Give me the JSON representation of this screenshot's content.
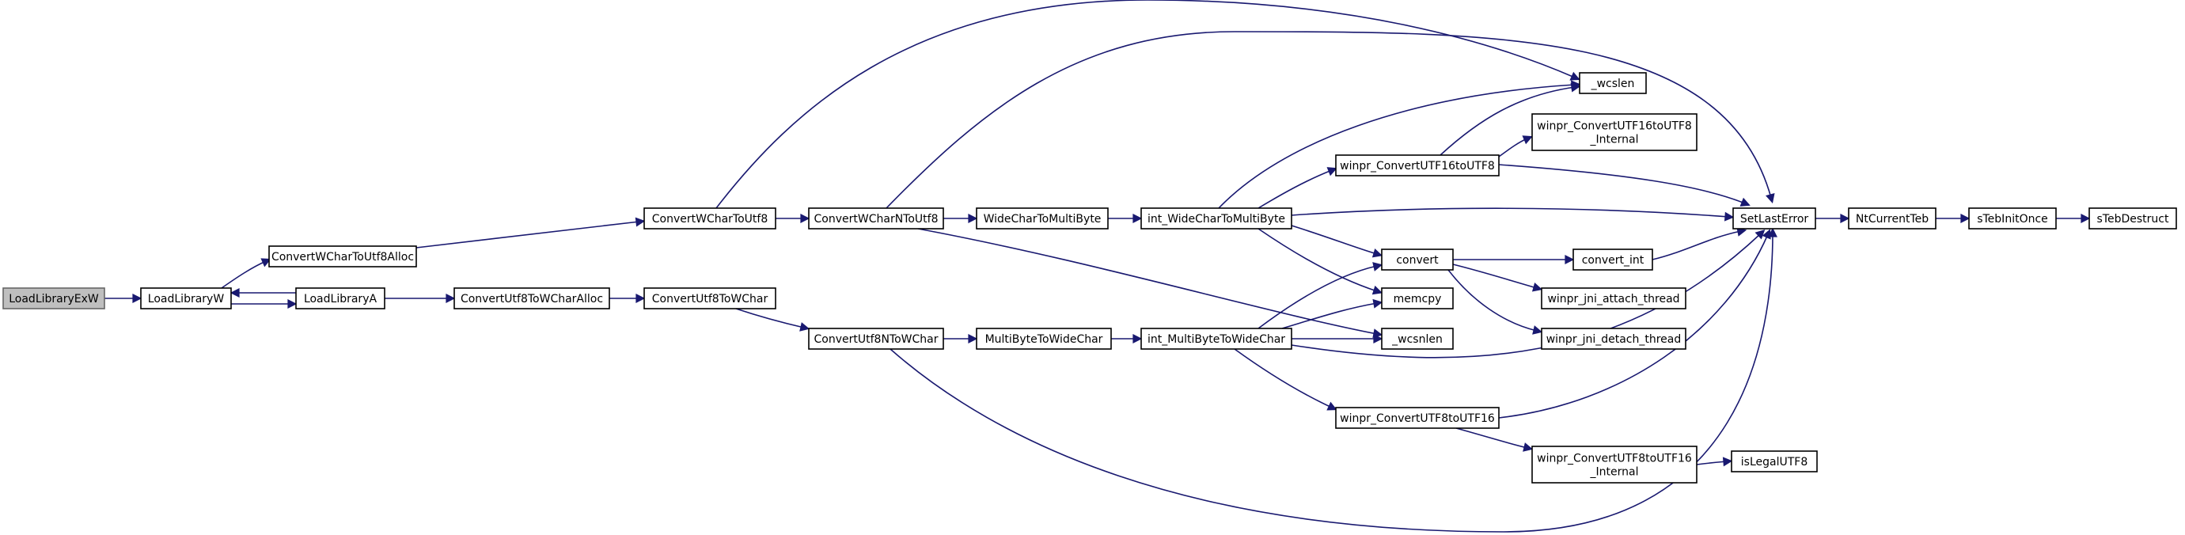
{
  "diagram": {
    "nodes": [
      {
        "id": "LoadLibraryExW",
        "label": [
          "LoadLibraryExW"
        ],
        "root": true
      },
      {
        "id": "LoadLibraryW",
        "label": [
          "LoadLibraryW"
        ]
      },
      {
        "id": "ConvertWCharToUtf8Alloc",
        "label": [
          "ConvertWCharToUtf8Alloc"
        ]
      },
      {
        "id": "LoadLibraryA",
        "label": [
          "LoadLibraryA"
        ]
      },
      {
        "id": "ConvertUtf8ToWCharAlloc",
        "label": [
          "ConvertUtf8ToWCharAlloc"
        ]
      },
      {
        "id": "ConvertUtf8ToWChar",
        "label": [
          "ConvertUtf8ToWChar"
        ]
      },
      {
        "id": "ConvertWCharToUtf8",
        "label": [
          "ConvertWCharToUtf8"
        ]
      },
      {
        "id": "ConvertWCharNToUtf8",
        "label": [
          "ConvertWCharNToUtf8"
        ]
      },
      {
        "id": "ConvertUtf8NToWChar",
        "label": [
          "ConvertUtf8NToWChar"
        ]
      },
      {
        "id": "WideCharToMultiByte",
        "label": [
          "WideCharToMultiByte"
        ]
      },
      {
        "id": "MultiByteToWideChar",
        "label": [
          "MultiByteToWideChar"
        ]
      },
      {
        "id": "int_WideCharToMultiByte",
        "label": [
          "int_WideCharToMultiByte"
        ]
      },
      {
        "id": "int_MultiByteToWideChar",
        "label": [
          "int_MultiByteToWideChar"
        ]
      },
      {
        "id": "_wcslen",
        "label": [
          "_wcslen"
        ]
      },
      {
        "id": "winpr_ConvertUTF16toUTF8_Internal",
        "label": [
          "winpr_ConvertUTF16toUTF8",
          "_Internal"
        ]
      },
      {
        "id": "winpr_ConvertUTF16toUTF8",
        "label": [
          "winpr_ConvertUTF16toUTF8"
        ]
      },
      {
        "id": "convert",
        "label": [
          "convert"
        ]
      },
      {
        "id": "memcpy",
        "label": [
          "memcpy"
        ]
      },
      {
        "id": "_wcsnlen",
        "label": [
          "_wcsnlen"
        ]
      },
      {
        "id": "winpr_ConvertUTF8toUTF16",
        "label": [
          "winpr_ConvertUTF8toUTF16"
        ]
      },
      {
        "id": "convert_int",
        "label": [
          "convert_int"
        ]
      },
      {
        "id": "winpr_jni_attach_thread",
        "label": [
          "winpr_jni_attach_thread"
        ]
      },
      {
        "id": "winpr_jni_detach_thread",
        "label": [
          "winpr_jni_detach_thread"
        ]
      },
      {
        "id": "winpr_ConvertUTF8toUTF16_Internal",
        "label": [
          "winpr_ConvertUTF8toUTF16",
          "_Internal"
        ]
      },
      {
        "id": "SetLastError",
        "label": [
          "SetLastError"
        ]
      },
      {
        "id": "isLegalUTF8",
        "label": [
          "isLegalUTF8"
        ]
      },
      {
        "id": "NtCurrentTeb",
        "label": [
          "NtCurrentTeb"
        ]
      },
      {
        "id": "sTebInitOnce",
        "label": [
          "sTebInitOnce"
        ]
      },
      {
        "id": "sTebDestruct",
        "label": [
          "sTebDestruct"
        ]
      }
    ],
    "edges": [
      {
        "from": "LoadLibraryExW",
        "to": "LoadLibraryW"
      },
      {
        "from": "LoadLibraryW",
        "to": "ConvertWCharToUtf8Alloc"
      },
      {
        "from": "LoadLibraryW",
        "to": "LoadLibraryA"
      },
      {
        "from": "LoadLibraryA",
        "to": "LoadLibraryW"
      },
      {
        "from": "LoadLibraryA",
        "to": "ConvertUtf8ToWCharAlloc"
      },
      {
        "from": "ConvertWCharToUtf8Alloc",
        "to": "ConvertWCharToUtf8"
      },
      {
        "from": "ConvertUtf8ToWCharAlloc",
        "to": "ConvertUtf8ToWChar"
      },
      {
        "from": "ConvertUtf8ToWChar",
        "to": "ConvertUtf8NToWChar"
      },
      {
        "from": "ConvertWCharToUtf8",
        "to": "ConvertWCharNToUtf8"
      },
      {
        "from": "ConvertWCharToUtf8",
        "to": "_wcslen"
      },
      {
        "from": "ConvertWCharNToUtf8",
        "to": "WideCharToMultiByte"
      },
      {
        "from": "ConvertWCharNToUtf8",
        "to": "SetLastError"
      },
      {
        "from": "ConvertWCharNToUtf8",
        "to": "_wcsnlen"
      },
      {
        "from": "ConvertUtf8NToWChar",
        "to": "MultiByteToWideChar"
      },
      {
        "from": "ConvertUtf8NToWChar",
        "to": "SetLastError"
      },
      {
        "from": "WideCharToMultiByte",
        "to": "int_WideCharToMultiByte"
      },
      {
        "from": "MultiByteToWideChar",
        "to": "int_MultiByteToWideChar"
      },
      {
        "from": "int_WideCharToMultiByte",
        "to": "_wcslen"
      },
      {
        "from": "int_WideCharToMultiByte",
        "to": "winpr_ConvertUTF16toUTF8"
      },
      {
        "from": "int_WideCharToMultiByte",
        "to": "convert"
      },
      {
        "from": "int_WideCharToMultiByte",
        "to": "memcpy"
      },
      {
        "from": "int_WideCharToMultiByte",
        "to": "SetLastError"
      },
      {
        "from": "int_MultiByteToWideChar",
        "to": "convert"
      },
      {
        "from": "int_MultiByteToWideChar",
        "to": "memcpy"
      },
      {
        "from": "int_MultiByteToWideChar",
        "to": "_wcsnlen"
      },
      {
        "from": "int_MultiByteToWideChar",
        "to": "winpr_ConvertUTF8toUTF16"
      },
      {
        "from": "int_MultiByteToWideChar",
        "to": "SetLastError"
      },
      {
        "from": "winpr_ConvertUTF16toUTF8",
        "to": "_wcslen"
      },
      {
        "from": "winpr_ConvertUTF16toUTF8",
        "to": "winpr_ConvertUTF16toUTF8_Internal"
      },
      {
        "from": "winpr_ConvertUTF16toUTF8",
        "to": "SetLastError"
      },
      {
        "from": "convert",
        "to": "convert_int"
      },
      {
        "from": "convert",
        "to": "winpr_jni_attach_thread"
      },
      {
        "from": "convert",
        "to": "winpr_jni_detach_thread"
      },
      {
        "from": "convert_int",
        "to": "SetLastError"
      },
      {
        "from": "winpr_ConvertUTF8toUTF16",
        "to": "winpr_ConvertUTF8toUTF16_Internal"
      },
      {
        "from": "winpr_ConvertUTF8toUTF16",
        "to": "SetLastError"
      },
      {
        "from": "winpr_ConvertUTF8toUTF16_Internal",
        "to": "isLegalUTF8"
      },
      {
        "from": "SetLastError",
        "to": "NtCurrentTeb"
      },
      {
        "from": "NtCurrentTeb",
        "to": "sTebInitOnce"
      },
      {
        "from": "sTebInitOnce",
        "to": "sTebDestruct"
      }
    ],
    "colors": {
      "edge": "#191970",
      "root_fill": "#bfbfbf",
      "node_fill": "#ffffff"
    }
  }
}
